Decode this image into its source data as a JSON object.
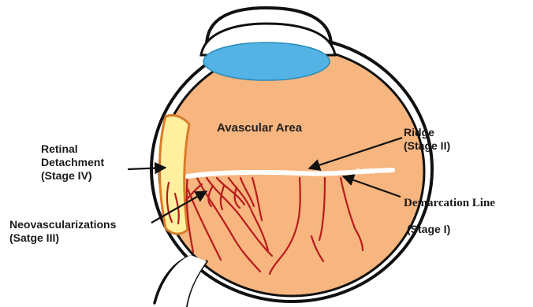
{
  "labels": {
    "avascular": "Avascular Area",
    "ridge_l1": "Ridge",
    "ridge_l2": "(Stage II)",
    "retinal_l1": "Retinal",
    "retinal_l2": "Detachment",
    "retinal_l3": "(Stage IV)",
    "demarcation": "Demarcation Line",
    "stage1": "(Stage I)",
    "neo_l1": "Neovascularizations",
    "neo_l2": "(Satge III)"
  },
  "colors": {
    "fundus": "#f7b57f",
    "outline": "#111111",
    "lens": "#53b3e4",
    "detachment": "#fff0a0",
    "vessels": "#b71c1c",
    "ridge": "#ffffff"
  }
}
